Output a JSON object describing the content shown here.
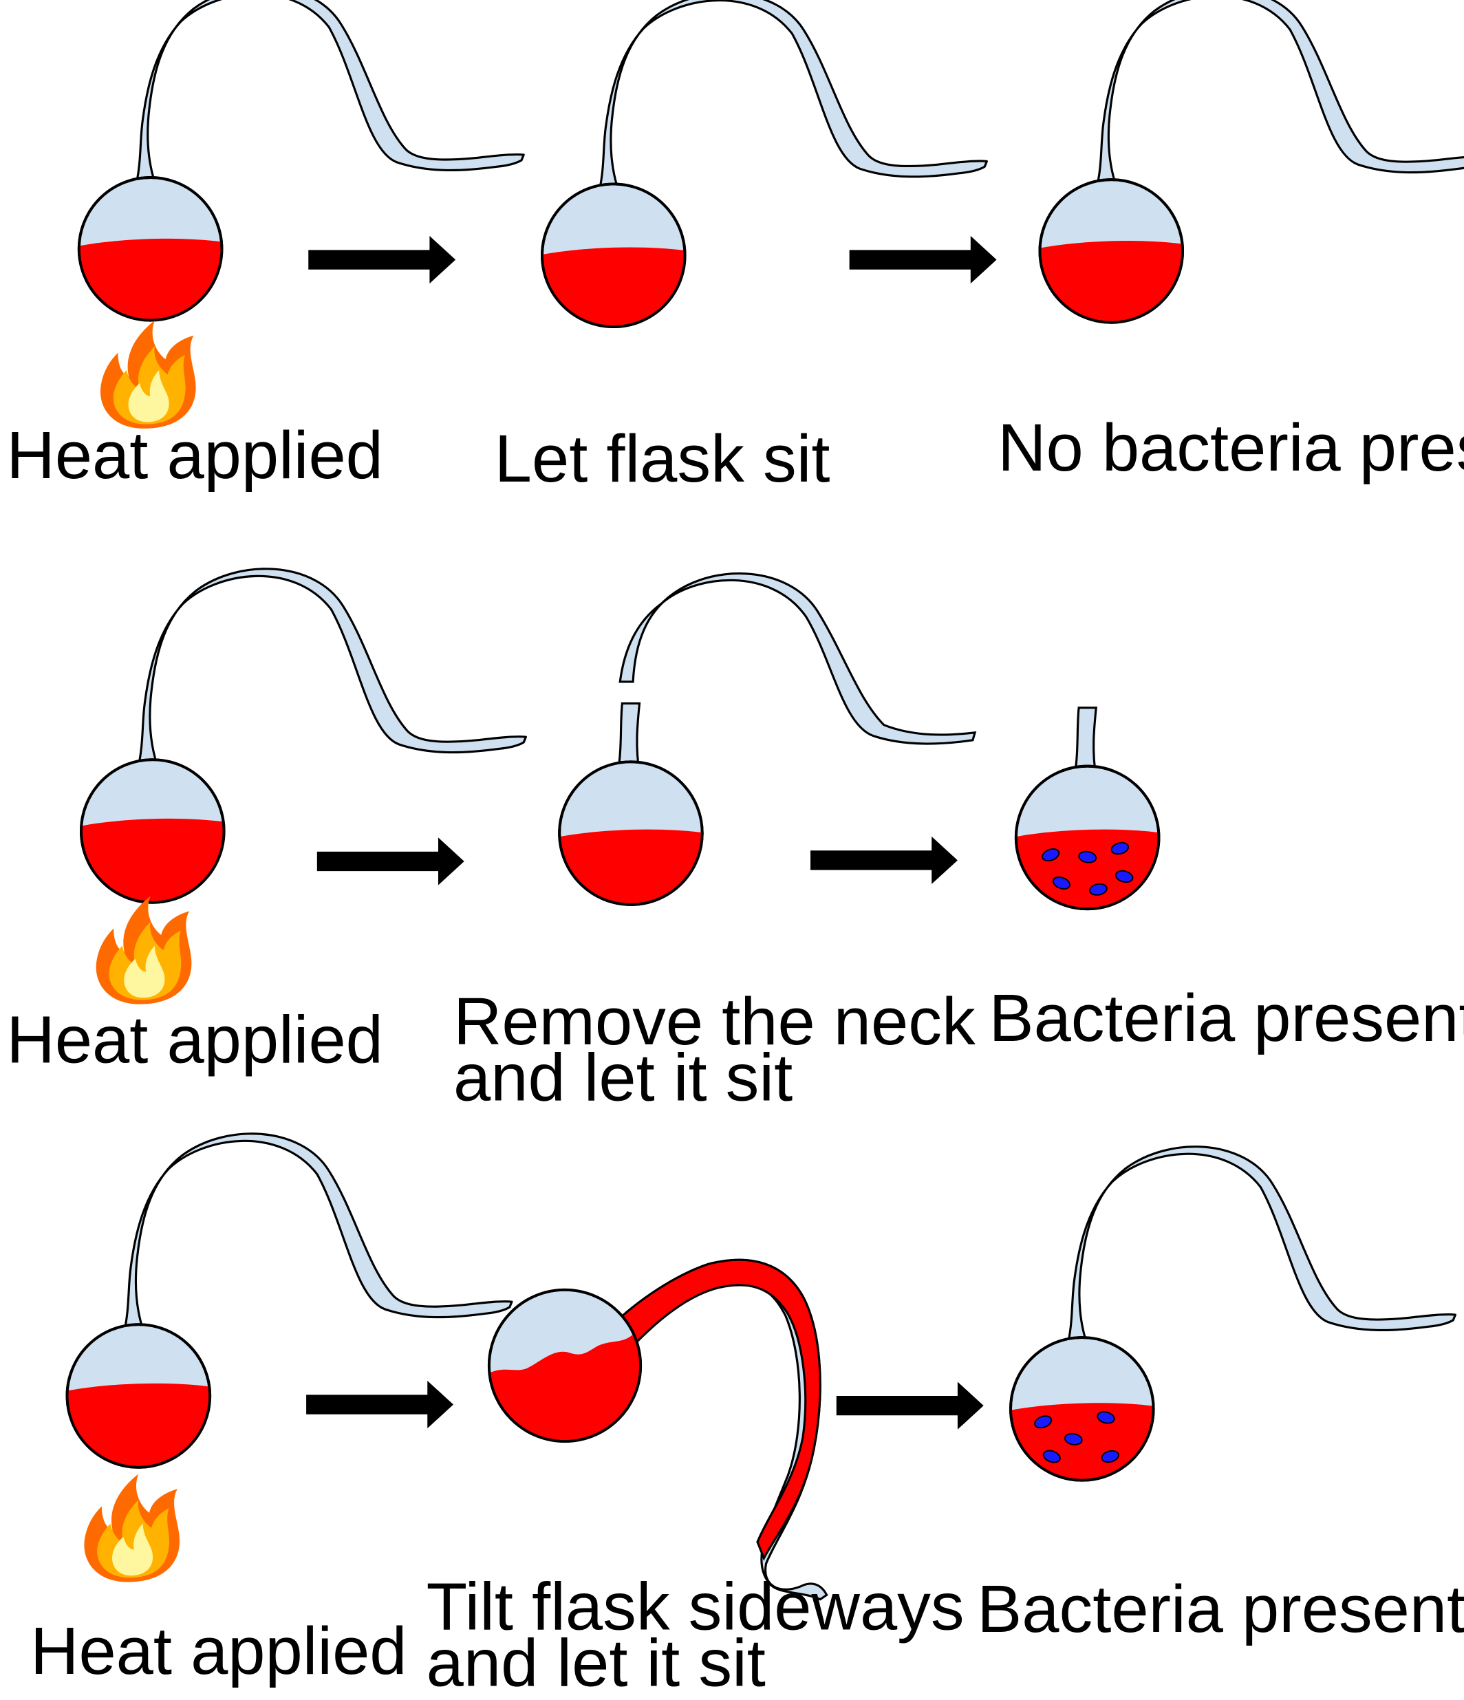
{
  "colors": {
    "liquid": "#ff0000",
    "glass": "#cfe1f0",
    "outline": "#000000",
    "arrow": "#000000",
    "bacteria": "#1a1aff",
    "flame_outer": "#ff6a00",
    "flame_mid": "#ffb300",
    "flame_inner": "#fff7a0"
  },
  "rows": [
    {
      "heat_label": "Heat applied",
      "middle_label": [
        "Let flask sit"
      ],
      "result_label": [
        "No bacteria present"
      ]
    },
    {
      "heat_label": "Heat applied",
      "middle_label": [
        "Remove the neck",
        "and let it sit"
      ],
      "result_label": [
        "Bacteria present"
      ]
    },
    {
      "heat_label": "Heat applied",
      "middle_label": [
        "Tilt flask sideways",
        "and let it sit"
      ],
      "result_label": [
        "Bacteria present"
      ]
    }
  ]
}
